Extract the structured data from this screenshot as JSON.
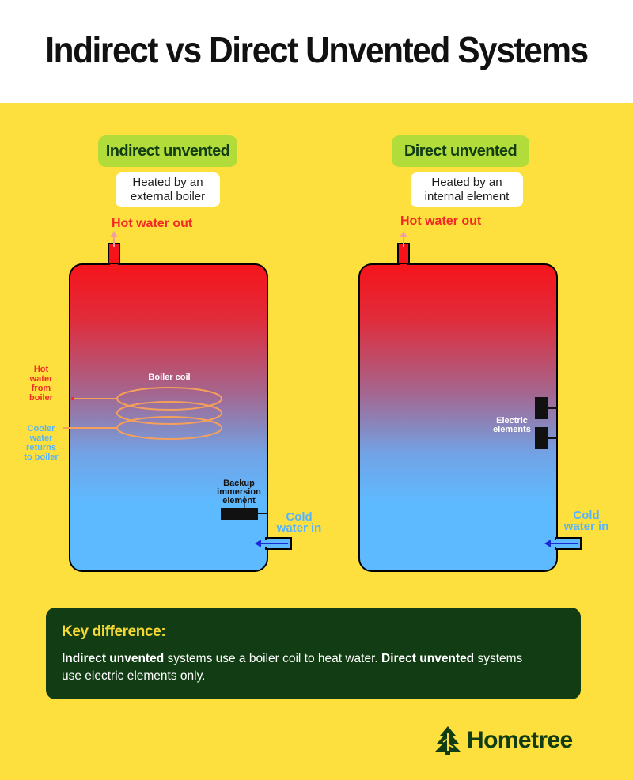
{
  "title": "Indirect vs Direct Unvented Systems",
  "colors": {
    "background": "#fddf3d",
    "hot": "#f22a25",
    "cold": "#5ebaff",
    "pill": "#b2dc3a",
    "dark_green": "#123d14",
    "coil": "#f5a05a"
  },
  "indirect": {
    "heading": "Indirect unvented",
    "subtitle_line1": "Heated by an",
    "subtitle_line2": "external boiler",
    "hot_out": "Hot water out",
    "cold_in_line1": "Cold",
    "cold_in_line2": "water in",
    "boiler_coil": "Boiler coil",
    "hot_from_boiler": [
      "Hot",
      "water",
      "from",
      "boiler"
    ],
    "cooler_returns": [
      "Cooler",
      "water",
      "returns",
      "to boiler"
    ],
    "backup_element": [
      "Backup",
      "immersion",
      "element"
    ]
  },
  "direct": {
    "heading": "Direct unvented",
    "subtitle_line1": "Heated by an",
    "subtitle_line2": "internal element",
    "hot_out": "Hot water out",
    "cold_in_line1": "Cold",
    "cold_in_line2": "water in",
    "electric_elements": [
      "Electric",
      "elements"
    ]
  },
  "key": {
    "title": "Key difference:",
    "bold1": "Indirect unvented",
    "text1": " systems use a boiler coil to heat water. ",
    "bold2": "Direct unvented",
    "text2": " systems use electric elements only."
  },
  "brand": {
    "name": "Hometree",
    "icon": "tree-icon"
  }
}
